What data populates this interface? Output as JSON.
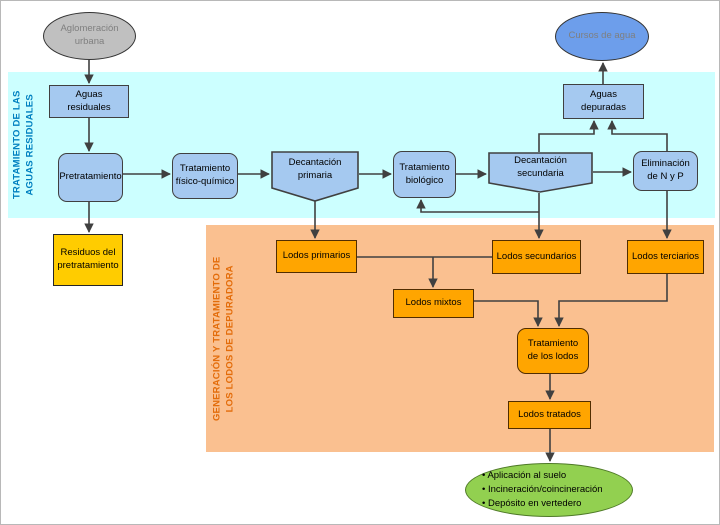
{
  "sections": {
    "water_treatment": {
      "label": "TRATAMIENTO DE LAS\nAGUAS RESIDUALES",
      "band_color": "#CCFFFF",
      "label_color": "#0080C0"
    },
    "sludge_treatment": {
      "label": "GENERACIÓN Y TRATAMIENTO DE\nLOS LODOS DE DEPURADORA",
      "band_color": "#FAC090",
      "label_color": "#E36C0A"
    }
  },
  "nodes": {
    "aglomeracion_urbana": {
      "label": "Aglomeración\nurbana",
      "fill": "#C0C0C0",
      "text_color": "#7F7F7F"
    },
    "cursos_de_agua": {
      "label": "Cursos de agua",
      "fill": "#6D9EEB",
      "text_color": "#7F7F7F"
    },
    "aguas_residuales": {
      "label": "Aguas\nresiduales",
      "fill": "#A5C9F0"
    },
    "pretratamiento": {
      "label": "Pretratamiento",
      "fill": "#A5C9F0"
    },
    "tratamiento_fisico_quimico": {
      "label": "Tratamiento\nfísico-químico",
      "fill": "#A5C9F0"
    },
    "decantacion_primaria": {
      "label": "Decantación\nprimaria",
      "fill": "#A5C9F0"
    },
    "tratamiento_biologico": {
      "label": "Tratamiento\nbiológico",
      "fill": "#A5C9F0"
    },
    "decantacion_secundaria": {
      "label": "Decantación\nsecundaria",
      "fill": "#A5C9F0"
    },
    "eliminacion_n_p": {
      "label": "Eliminación\nde N y P",
      "fill": "#A5C9F0"
    },
    "aguas_depuradas": {
      "label": "Aguas\ndepuradas",
      "fill": "#A5C9F0"
    },
    "residuos_pretratamiento": {
      "label": "Residuos del\npretratamiento",
      "fill": "#FFCC00"
    },
    "lodos_primarios": {
      "label": "Lodos primarios",
      "fill": "#FFA500"
    },
    "lodos_secundarios": {
      "label": "Lodos secundarios",
      "fill": "#FFA500"
    },
    "lodos_terciarios": {
      "label": "Lodos terciarios",
      "fill": "#FFA500"
    },
    "lodos_mixtos": {
      "label": "Lodos mixtos",
      "fill": "#FFA500"
    },
    "tratamiento_lodos": {
      "label": "Tratamiento\nde los lodos",
      "fill": "#FFA500"
    },
    "lodos_tratados": {
      "label": "Lodos tratados",
      "fill": "#FFA500"
    },
    "destino_final": {
      "fill": "#92D050",
      "items": [
        "• Aplicación al suelo",
        "• Incineración/coincineración",
        "• Depósito en vertedero"
      ]
    }
  },
  "colors": {
    "connector": "#404040",
    "water_band": "#CCFFFF",
    "sludge_band": "#FAC090",
    "process_box": "#A5C9F0",
    "sludge_box": "#FFA500",
    "waste_box": "#FFCC00",
    "final_ellipse": "#92D050"
  }
}
